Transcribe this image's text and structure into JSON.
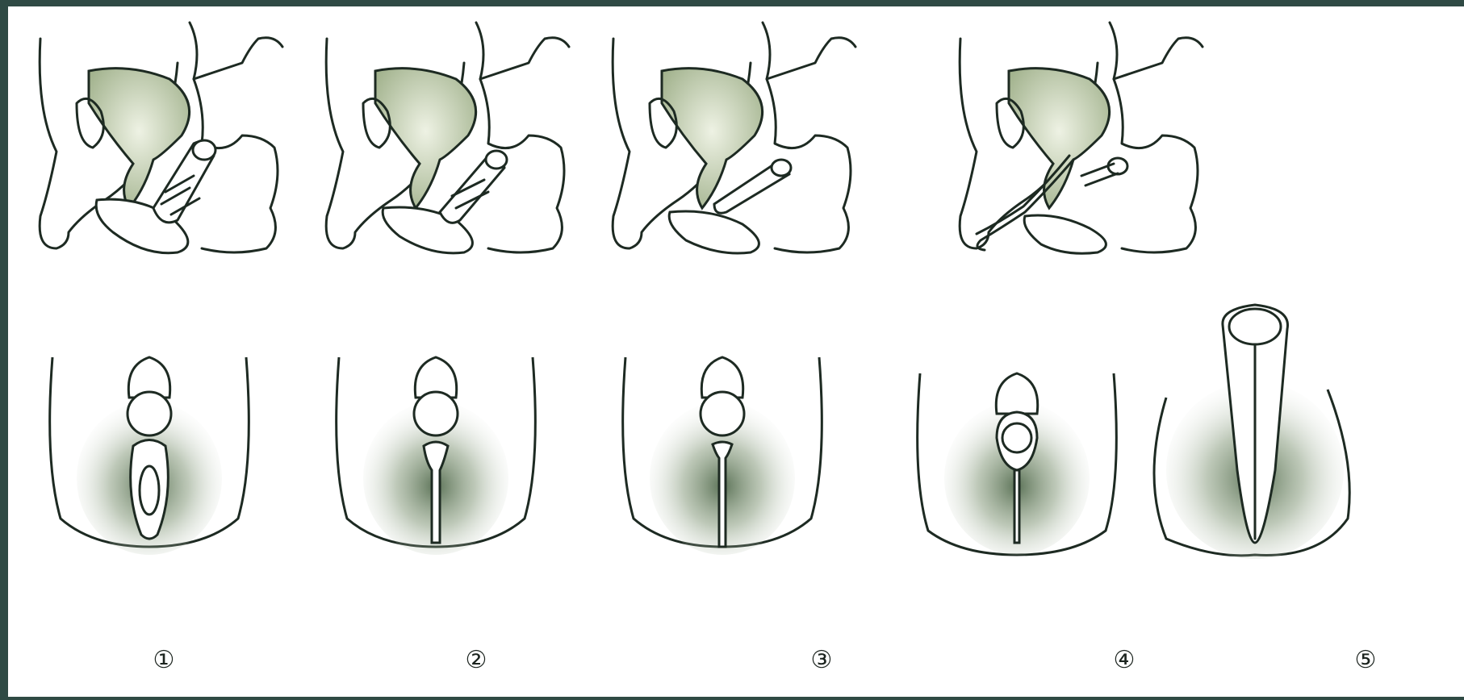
{
  "figure": {
    "stages": [
      {
        "label": "①",
        "has_sagittal_view": true
      },
      {
        "label": "②",
        "has_sagittal_view": true
      },
      {
        "label": "③",
        "has_sagittal_view": true
      },
      {
        "label": "④",
        "has_sagittal_view": true
      },
      {
        "label": "⑤",
        "has_sagittal_view": false
      }
    ],
    "colors": {
      "frame_border": "#2f4a44",
      "background": "#ffffff",
      "ink": "#1d2a22",
      "organ_fill": "#c9d3b4",
      "shade_dark": "#3f5a3a"
    }
  }
}
